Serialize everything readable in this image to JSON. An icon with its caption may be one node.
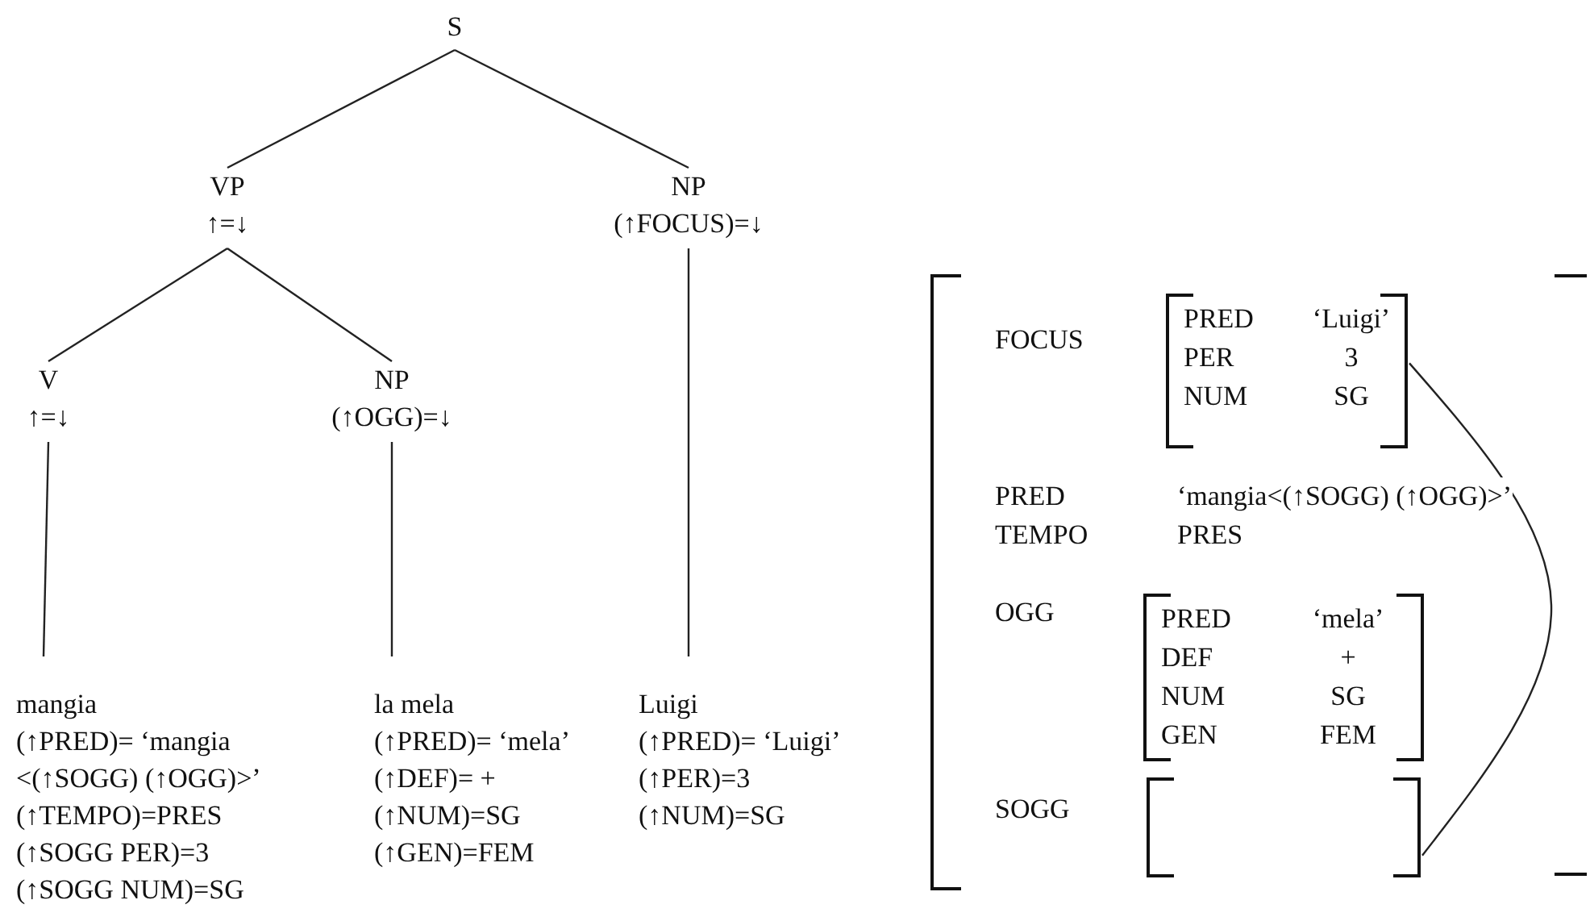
{
  "diagram": {
    "nodes": [
      {
        "text": [
          "S"
        ]
      },
      {
        "text": [
          "VP",
          "↑=↓"
        ]
      },
      {
        "text": [
          "NP",
          "(↑FOCUS)=↓"
        ]
      },
      {
        "text": [
          "V",
          "↑=↓"
        ]
      },
      {
        "text": [
          "NP",
          "(↑OGG)=↓"
        ]
      },
      {
        "text": [
          "mangia",
          "(↑PRED)= ‘mangia <(↑SOGG) (↑OGG)>’",
          "(↑TEMPO)=PRES",
          "(↑SOGG PER)=3",
          "(↑SOGG NUM)=SG"
        ]
      },
      {
        "text": [
          "la mela",
          "(↑PRED)= ‘mela’",
          "(↑DEF)= +",
          "(↑NUM)=SG",
          "(↑GEN)=FEM"
        ]
      },
      {
        "text": [
          "Luigi",
          "(↑PRED)= ‘Luigi’",
          "(↑PER)=3",
          "(↑NUM)=SG"
        ]
      },
      {
        "text": [],
        "shape": "bracket"
      },
      {
        "text": [
          "PRED",
          "‘Luigi’",
          "PER",
          "3",
          "NUM",
          "SG"
        ],
        "in": 8
      },
      {
        "text": [
          "PRED",
          "‘mela’",
          "DEF",
          "+",
          "NUM",
          "SG",
          "GEN",
          "FEM"
        ],
        "in": 8
      },
      {
        "text": [],
        "shape": "bracket",
        "in": 8
      }
    ],
    "edges": [
      {
        "from": 0,
        "to": 1,
        "arrow": "none"
      },
      {
        "from": 0,
        "to": 2,
        "arrow": "none"
      },
      {
        "from": 1,
        "to": 3,
        "arrow": "none"
      },
      {
        "from": 1,
        "to": 4,
        "arrow": "none"
      },
      {
        "from": 3,
        "to": 5,
        "arrow": "none"
      },
      {
        "from": 4,
        "to": 6,
        "arrow": "none"
      },
      {
        "from": 2,
        "to": 7,
        "arrow": "none"
      },
      {
        "from": 9,
        "to": 11,
        "arrow": "none"
      }
    ],
    "labels": [
      "FOCUS",
      "PRED",
      "‘mangia<(↑SOGG) (↑OGG)>’",
      "TEMPO",
      "PRES",
      "OGG",
      "SOGG"
    ]
  }
}
